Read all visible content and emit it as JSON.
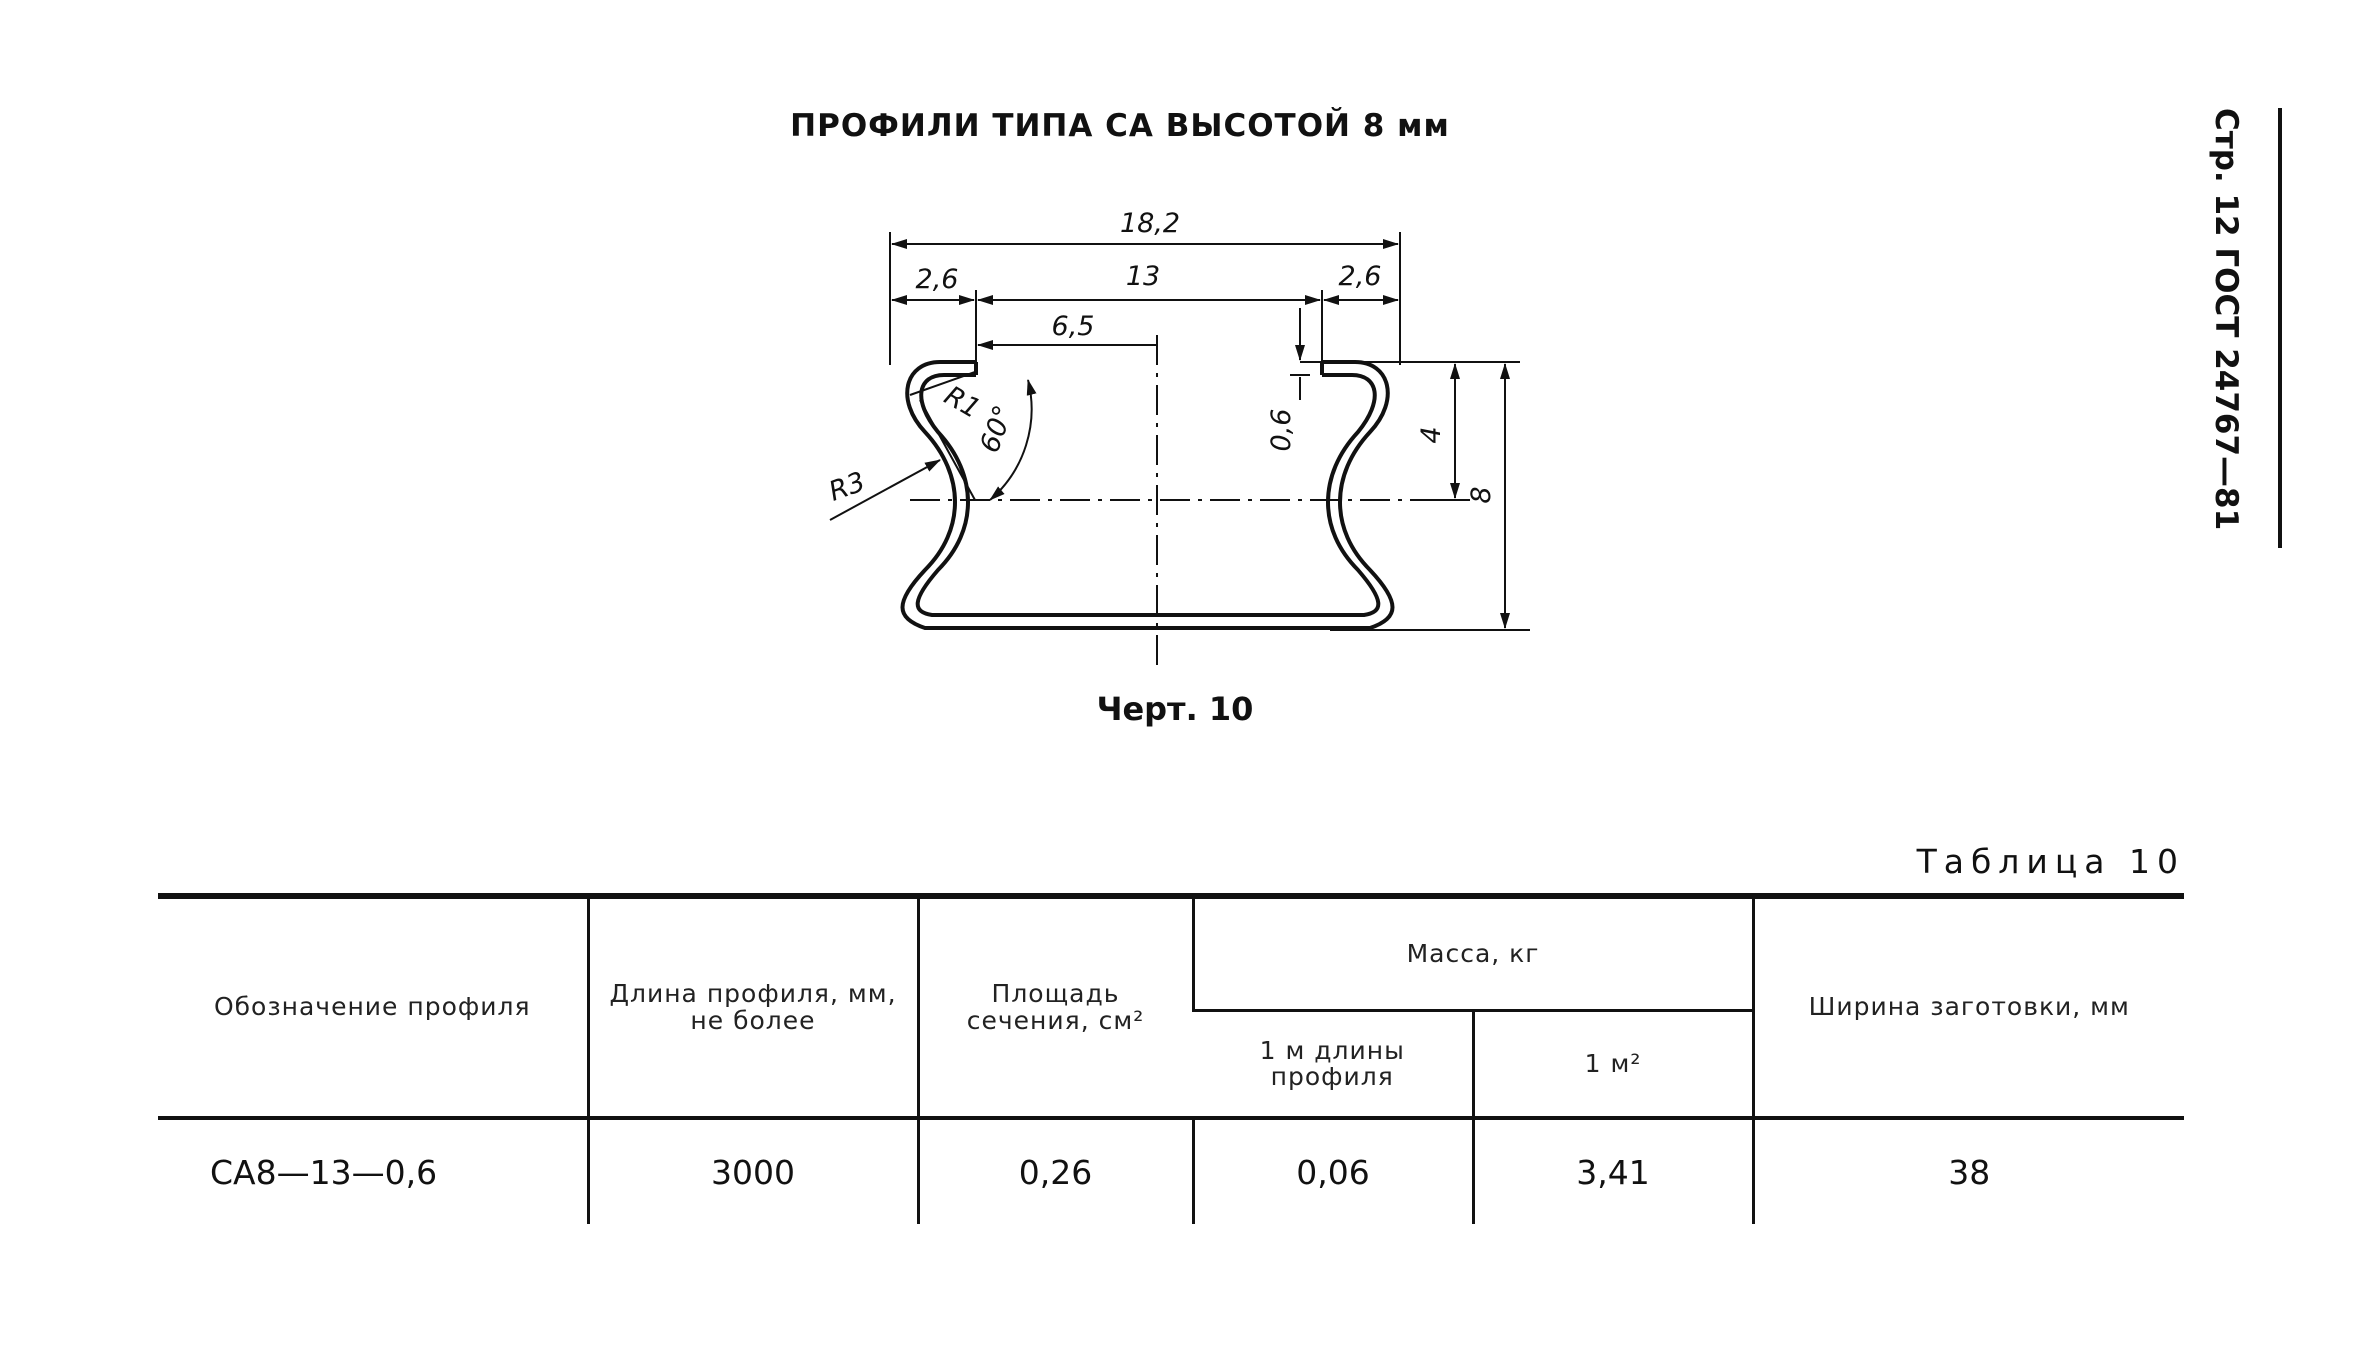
{
  "title": "ПРОФИЛИ ТИПА СА ВЫСОТОЙ 8 мм",
  "side_header": "Стр. 12 ГОСТ 24767—81",
  "drawing": {
    "dim_overall_width": "18,2",
    "dim_left_flange": "2,6",
    "dim_opening": "13",
    "dim_right_flange": "2,6",
    "dim_half_opening": "6,5",
    "dim_thickness": "0,6",
    "dim_depth_to_neck": "4",
    "dim_height": "8",
    "label_r1": "R1",
    "label_r3": "R3",
    "label_angle": "60°"
  },
  "caption": "Черт. 10",
  "table_label": "Таблица 10",
  "table": {
    "headers": {
      "designation": "Обозначение профиля",
      "length": "Длина профиля, мм, не более",
      "area": "Площадь сечения, см²",
      "mass_group": "Масса, кг",
      "mass_per_m": "1 м длины профиля",
      "mass_per_m2": "1 м²",
      "blank_width": "Ширина заготовки, мм"
    },
    "rows": [
      {
        "designation": "СА8—13—0,6",
        "length": "3000",
        "area": "0,26",
        "mass_per_m": "0,06",
        "mass_per_m2": "3,41",
        "blank_width": "38"
      }
    ]
  }
}
